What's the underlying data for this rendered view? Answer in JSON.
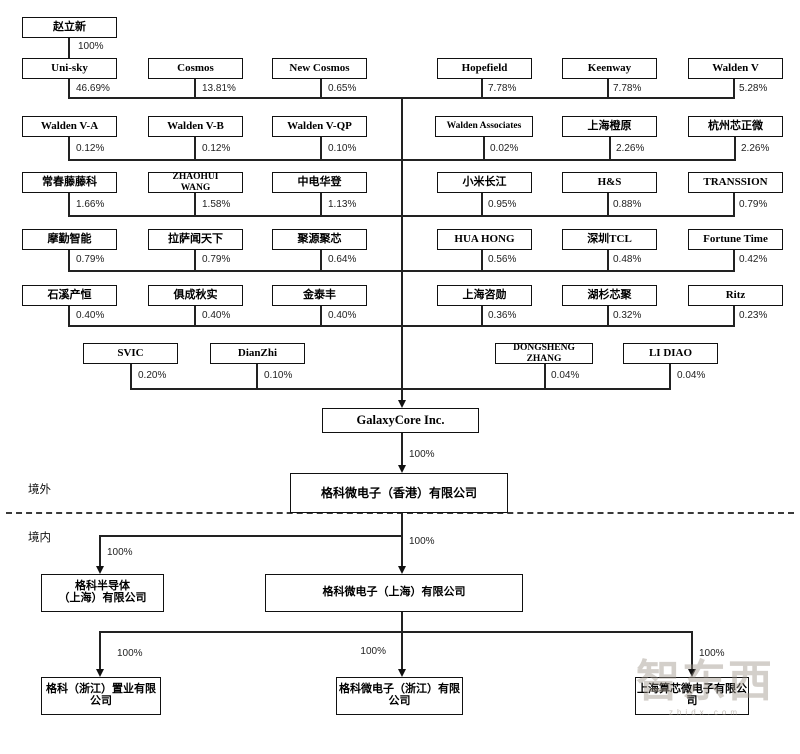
{
  "founder": {
    "name": "赵立新",
    "pct": "100%"
  },
  "rows": [
    {
      "items": [
        {
          "name": "Uni-sky",
          "pct": "46.69%"
        },
        {
          "name": "Cosmos",
          "pct": "13.81%"
        },
        {
          "name": "New Cosmos",
          "pct": "0.65%"
        },
        {
          "name": "Hopefield",
          "pct": "7.78%"
        },
        {
          "name": "Keenway",
          "pct": "7.78%"
        },
        {
          "name": "Walden V",
          "pct": "5.28%"
        }
      ]
    },
    {
      "items": [
        {
          "name": "Walden V-A",
          "pct": "0.12%"
        },
        {
          "name": "Walden V-B",
          "pct": "0.12%"
        },
        {
          "name": "Walden V-QP",
          "pct": "0.10%"
        },
        {
          "name": "Walden Associates",
          "pct": "0.02%"
        },
        {
          "name": "上海橙原",
          "pct": "2.26%"
        },
        {
          "name": "杭州芯正微",
          "pct": "2.26%"
        }
      ]
    },
    {
      "items": [
        {
          "name": "常春藤藤科",
          "pct": "1.66%"
        },
        {
          "name": "ZHAOHUI\nWANG",
          "pct": "1.58%"
        },
        {
          "name": "中电华登",
          "pct": "1.13%"
        },
        {
          "name": "小米长江",
          "pct": "0.95%"
        },
        {
          "name": "H&S",
          "pct": "0.88%"
        },
        {
          "name": "TRANSSION",
          "pct": "0.79%"
        }
      ]
    },
    {
      "items": [
        {
          "name": "摩勤智能",
          "pct": "0.79%"
        },
        {
          "name": "拉萨闻天下",
          "pct": "0.79%"
        },
        {
          "name": "聚源聚芯",
          "pct": "0.64%"
        },
        {
          "name": "HUA HONG",
          "pct": "0.56%"
        },
        {
          "name": "深圳TCL",
          "pct": "0.48%"
        },
        {
          "name": "Fortune Time",
          "pct": "0.42%"
        }
      ]
    },
    {
      "items": [
        {
          "name": "石溪产恒",
          "pct": "0.40%"
        },
        {
          "name": "俱成秋实",
          "pct": "0.40%"
        },
        {
          "name": "金泰丰",
          "pct": "0.40%"
        },
        {
          "name": "上海咨勋",
          "pct": "0.36%"
        },
        {
          "name": "湖杉芯聚",
          "pct": "0.32%"
        },
        {
          "name": "Ritz",
          "pct": "0.23%"
        }
      ]
    },
    {
      "items": [
        {
          "name": "SVIC",
          "pct": "0.20%"
        },
        {
          "name": "DianZhi",
          "pct": "0.10%"
        },
        {
          "name": "DONGSHENG\nZHANG",
          "pct": "0.04%"
        },
        {
          "name": "LI DIAO",
          "pct": "0.04%"
        }
      ]
    }
  ],
  "company": {
    "name": "GalaxyCore Inc."
  },
  "regions": {
    "offshore": "境外",
    "onshore": "境内"
  },
  "hk": {
    "name": "格科微电子（香港）有限公司",
    "pct": "100%"
  },
  "onshore_level1": [
    {
      "name": "格科半导体\n（上海）有限公司",
      "pct": "100%"
    },
    {
      "name": "格科微电子（上海）有限公司",
      "pct": "100%"
    }
  ],
  "onshore_level2": [
    {
      "name": "格科（浙江）置业有限\n公司",
      "pct": "100%"
    },
    {
      "name": "格科微电子（浙江）有限\n公司",
      "pct": "100%"
    },
    {
      "name": "上海算芯微电子有限公\n司",
      "pct": "100%"
    }
  ],
  "watermark": {
    "text": "智东西",
    "subtext": "zhidx.com"
  }
}
